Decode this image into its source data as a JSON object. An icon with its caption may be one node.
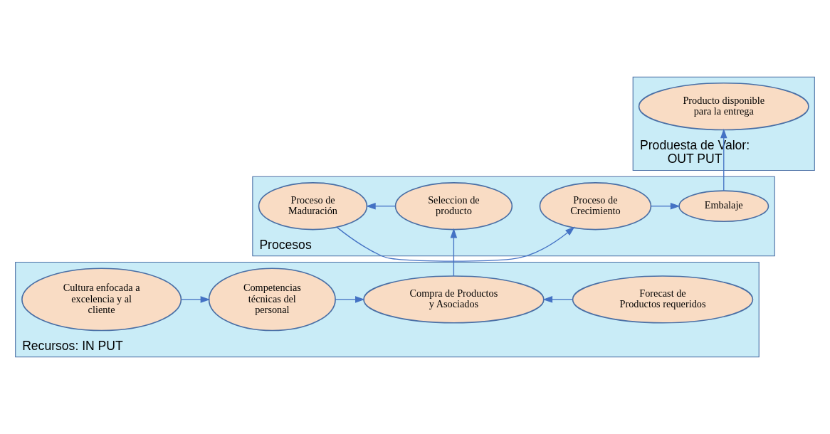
{
  "diagram": {
    "nodes": [
      {
        "text": [
          "Produesta de Valor: OUT PUT"
        ]
      },
      {
        "text": [
          "Producto disponible para la entrega"
        ],
        "in": 0
      },
      {
        "text": [
          "Procesos"
        ]
      },
      {
        "text": [
          "Embalaje"
        ],
        "in": 2
      },
      {
        "text": [
          "Proceso de Crecimiento"
        ],
        "in": 2
      },
      {
        "text": [
          "Seleccion de producto"
        ],
        "in": 2
      },
      {
        "text": [
          "Proceso de Maduración"
        ],
        "in": 2
      },
      {
        "text": [
          "Recursos: IN PUT"
        ]
      },
      {
        "text": [
          "Forecast de Productos requeridos"
        ],
        "in": 7
      },
      {
        "text": [
          "Compra de Productos y Asociados"
        ],
        "in": 7
      },
      {
        "text": [
          "Competencias técnicas del personal"
        ],
        "in": 7
      },
      {
        "text": [
          "Cultura enfocada a excelencia y al cliente"
        ],
        "in": 7
      }
    ],
    "edges": [
      {
        "from": 8,
        "to": 9,
        "arrow": "to"
      },
      {
        "from": 11,
        "to": 10,
        "arrow": "to"
      },
      {
        "from": 10,
        "to": 9,
        "arrow": "to"
      },
      {
        "from": 9,
        "to": 5,
        "arrow": "to"
      },
      {
        "from": 5,
        "to": 6,
        "arrow": "to"
      },
      {
        "from": 6,
        "to": 4,
        "arrow": "to"
      },
      {
        "from": 4,
        "to": 3,
        "arrow": "to"
      },
      {
        "from": 3,
        "to": 1,
        "arrow": "to"
      }
    ]
  }
}
